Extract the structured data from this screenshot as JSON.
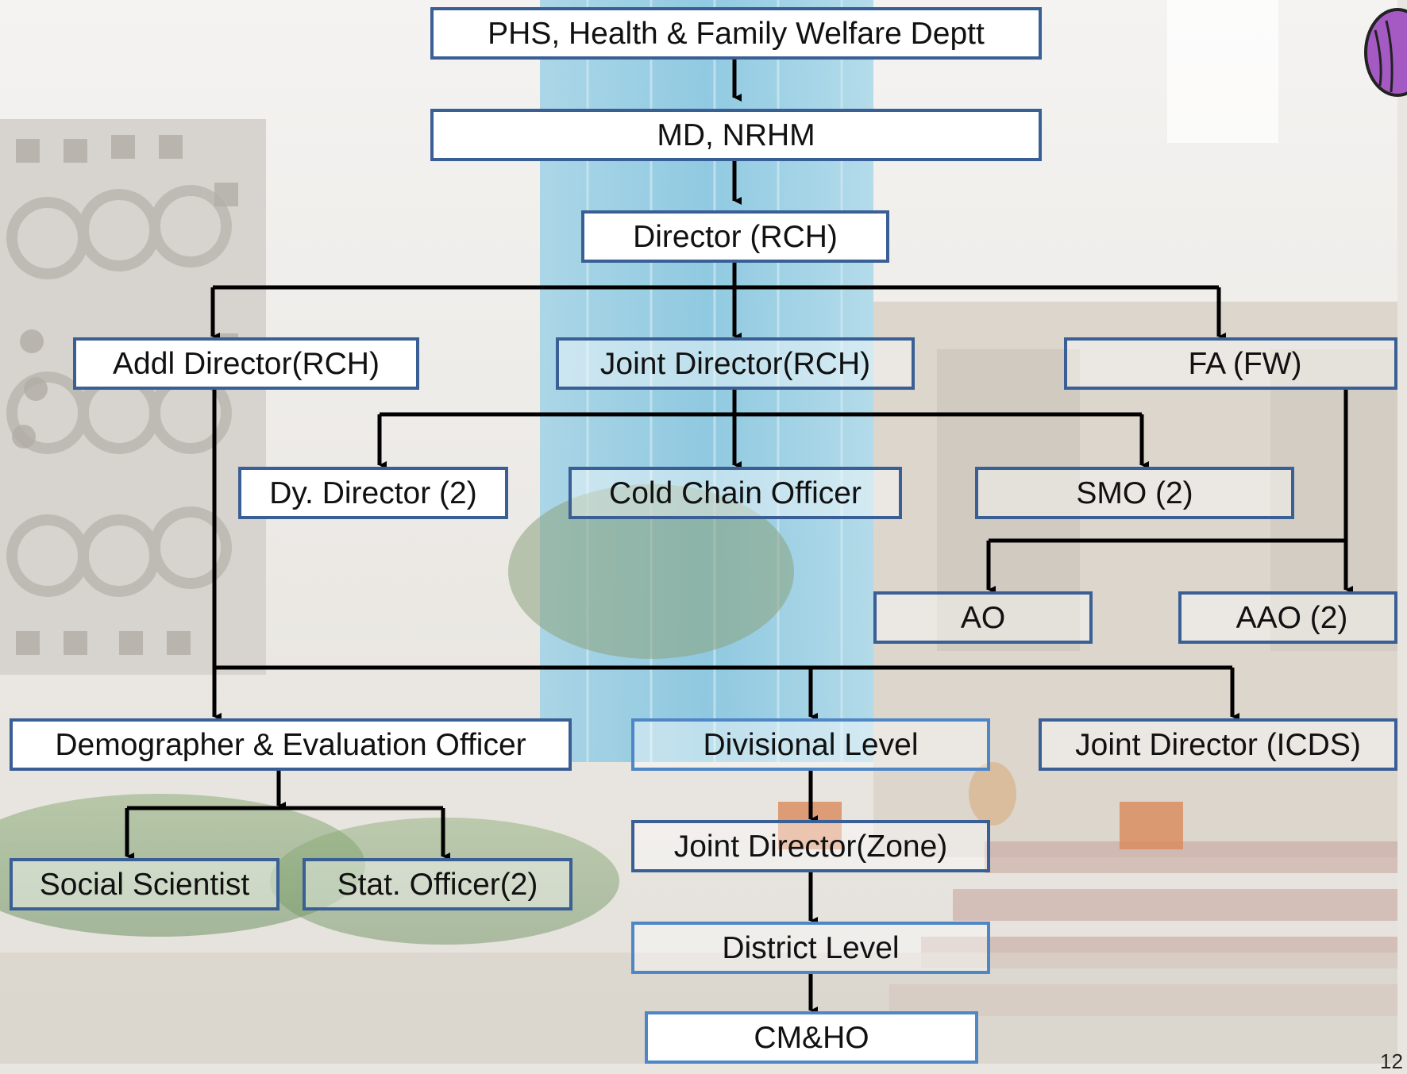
{
  "colors": {
    "box_border": "#3a5f95",
    "connector": "#000000",
    "box_fill": "#ffffff"
  },
  "icons": {
    "corner_emblem": "purple-emblem-icon"
  },
  "boxes": {
    "phs": "PHS, Health & Family Welfare Deptt",
    "md_nrhm": "MD, NRHM",
    "director_rch": "Director (RCH)",
    "addl_director": "Addl Director(RCH)",
    "joint_director_rch": "Joint Director(RCH)",
    "fa_fw": "FA (FW)",
    "dy_director": "Dy. Director (2)",
    "cold_chain": "Cold Chain Officer",
    "smo": "SMO (2)",
    "ao": "AO",
    "aao": "AAO (2)",
    "demographer": "Demographer & Evaluation Officer",
    "divisional": "Divisional Level",
    "joint_director_icds": "Joint Director (ICDS)",
    "social_scientist": "Social Scientist",
    "stat_officer": "Stat. Officer(2)",
    "joint_director_zone": "Joint Director(Zone)",
    "district": "District Level",
    "cmho": "CM&HO"
  },
  "slide_number": "12"
}
